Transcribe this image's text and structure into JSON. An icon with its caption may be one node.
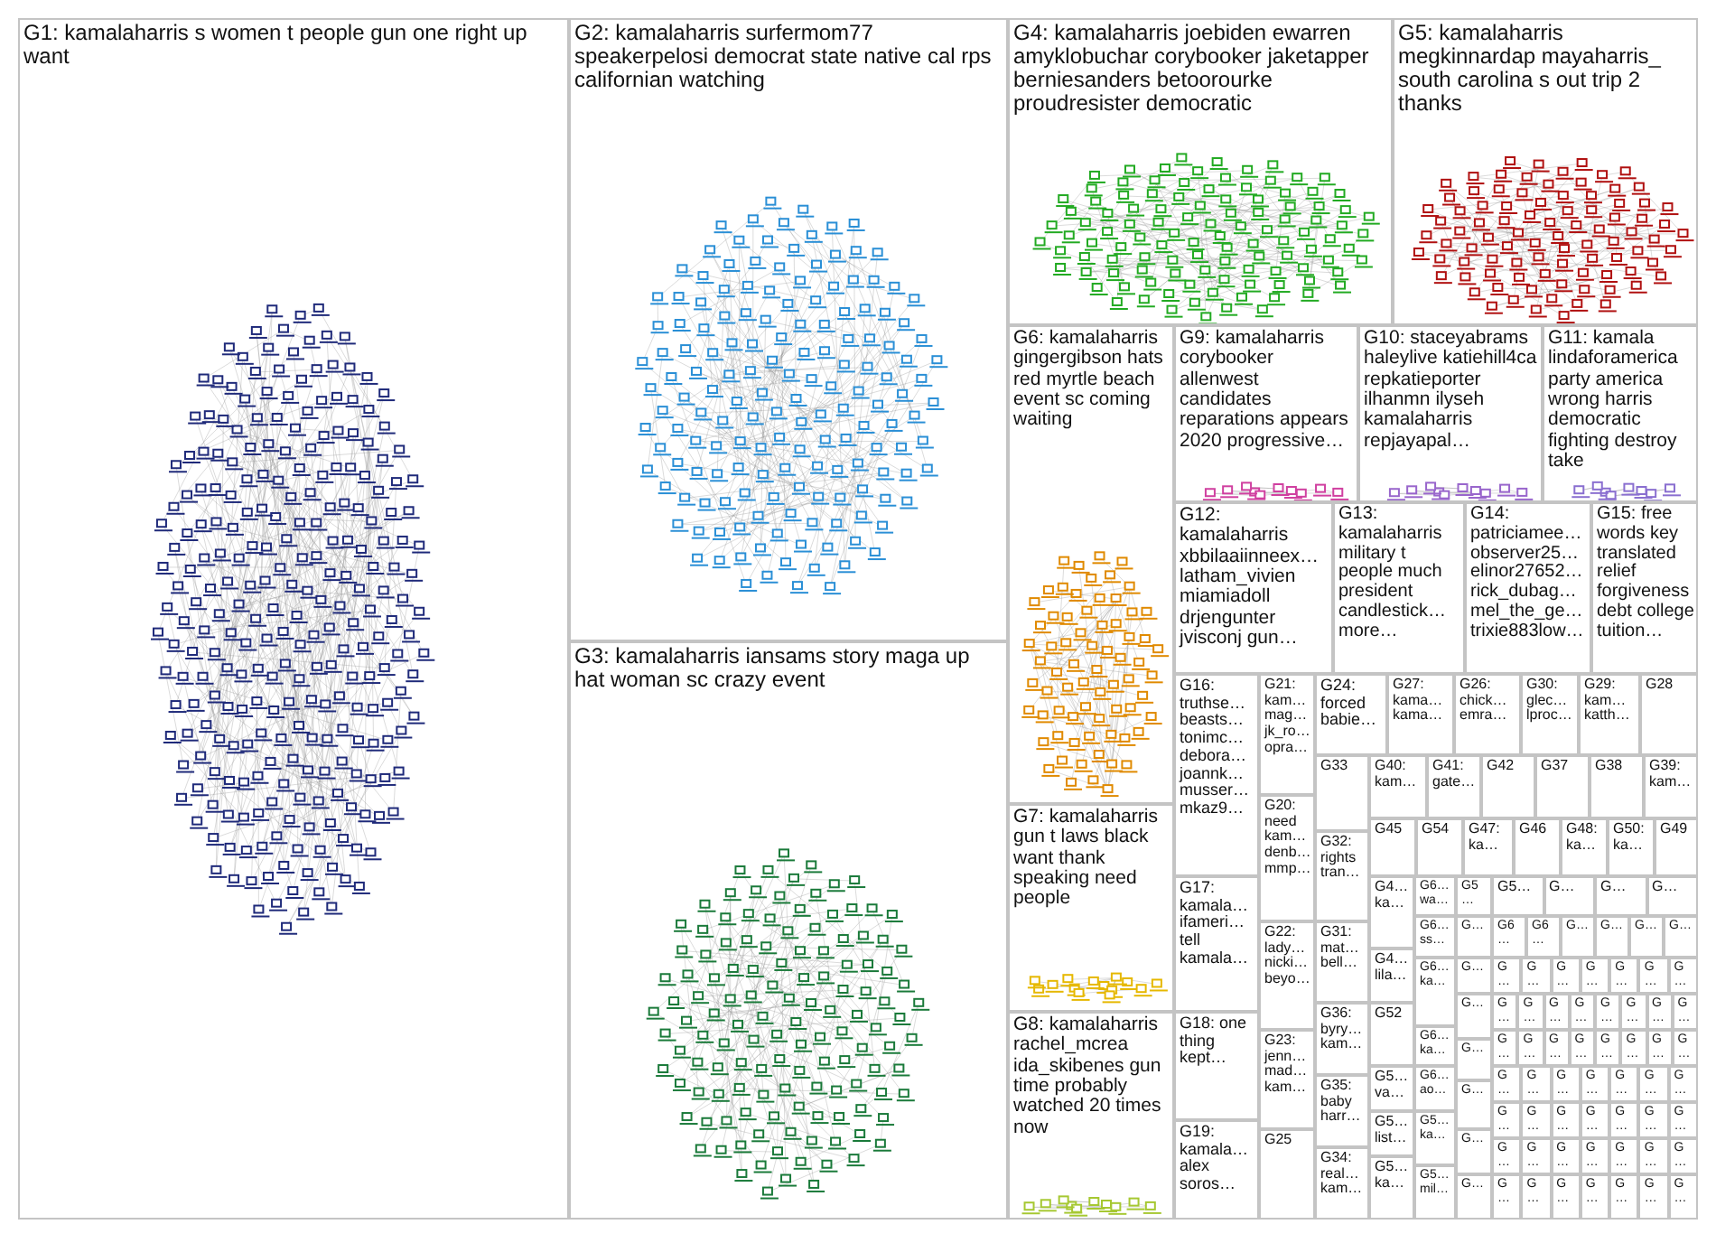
{
  "diagram": {
    "nodes": [
      {
        "text": [
          "G1: kamalaharris s women t people gun one right up want"
        ]
      },
      {
        "text": [
          "G2: kamalaharris surfermom77 speakerpelosi democrat state native cal rps californian watching"
        ]
      },
      {
        "text": [
          "G3: kamalaharris iansams story maga up hat woman sc crazy event"
        ]
      },
      {
        "text": [
          "G4: kamalaharris joebiden ewarren amyklobuchar corybooker jaketapper berniesanders betoorourke proudresister democratic"
        ]
      },
      {
        "text": [
          "G5: kamalaharris megkinnardap mayaharris_ south carolina s out trip 2 thanks"
        ]
      },
      {
        "text": [
          "G6: kamalaharris gingergibson hats red myrtle beach event sc coming waiting"
        ]
      },
      {
        "text": [
          "G9: kamalaharris corybooker allenwest candidates reparations appears 2020 progressive…"
        ]
      },
      {
        "text": [
          "G10: staceyabrams haleylive katiehill4ca repkatieporter ilhanmn ilyseh kamalaharris repjayapal…"
        ]
      },
      {
        "text": [
          "G11: kamala lindaforamerica party america wrong harris democratic fighting destroy take"
        ]
      },
      {
        "text": [
          "G12: kamalaharris xbbilaaiinneex… latham_vivien miamiadoll drjengunter jvisconj gun…"
        ]
      },
      {
        "text": [
          "G13: kamalaharris military t people much president candlestick… more…"
        ]
      },
      {
        "text": [
          "G14: patriciamee… observer25… elinor27652… rick_dubag… mel_the_ge… trixie883low…"
        ]
      },
      {
        "text": [
          "G15: free words key translated relief forgiveness debt college tuition…"
        ]
      },
      {
        "text": [
          "G16: truthse… beasts… tonimc… debora… joannk… musser… mkaz9…"
        ]
      },
      {
        "text": [
          "G21: kam… mag… jk_ro… opra…"
        ]
      },
      {
        "text": [
          "G24: forced babie…"
        ]
      },
      {
        "text": [
          "G27: kama… kama…"
        ]
      },
      {
        "text": [
          "G26: chick… emra…"
        ]
      },
      {
        "text": [
          "G30: glec… lproc…"
        ]
      },
      {
        "text": [
          "G29: kam… katth…"
        ]
      },
      {
        "text": [
          "G28"
        ]
      },
      {
        "text": [
          "G33"
        ]
      },
      {
        "text": [
          "G40: kam…"
        ]
      },
      {
        "text": [
          "G41: gate…"
        ]
      },
      {
        "text": [
          "G42"
        ]
      },
      {
        "text": [
          "G37"
        ]
      },
      {
        "text": [
          "G38"
        ]
      },
      {
        "text": [
          "G39: kam…"
        ]
      },
      {
        "text": [
          "G45"
        ]
      },
      {
        "text": [
          "G54"
        ]
      },
      {
        "text": [
          "G47: ka…"
        ]
      },
      {
        "text": [
          "G46"
        ]
      },
      {
        "text": [
          "G48: ka…"
        ]
      },
      {
        "text": [
          "G50: ka…"
        ]
      },
      {
        "text": [
          "G49"
        ]
      },
      {
        "text": [
          "G7: kamalaharris gun t laws black want thank speaking need people"
        ]
      },
      {
        "text": [
          "G17: kamala… ifameri… tell kamala…"
        ]
      },
      {
        "text": [
          "G20: need kam… denb… mmp…"
        ]
      },
      {
        "text": [
          "G22: lady… nicki… beyo…"
        ]
      },
      {
        "text": [
          "G32: rights tran…"
        ]
      },
      {
        "text": [
          "G31: mat… bell…"
        ]
      },
      {
        "text": [
          "G8: kamalaharris rachel_mcrea ida_skibenes gun time probably watched 20 times now"
        ]
      },
      {
        "text": [
          "G18: one thing kept…"
        ]
      },
      {
        "text": [
          "G19: kamala… alex soros…"
        ]
      },
      {
        "text": [
          "G23: jenn… mad… kam…"
        ]
      },
      {
        "text": [
          "G25"
        ]
      },
      {
        "text": [
          "G36: byry… kam…"
        ]
      },
      {
        "text": [
          "G35: baby harr…"
        ]
      },
      {
        "text": [
          "G34: real… kam…"
        ]
      },
      {
        "text": [
          "G4… ka…"
        ]
      },
      {
        "text": [
          "G4… lila…"
        ]
      },
      {
        "text": [
          "G52"
        ]
      },
      {
        "text": [
          "G5… va…"
        ]
      },
      {
        "text": [
          "G5… list…"
        ]
      },
      {
        "text": [
          "G5… ka…"
        ]
      },
      {
        "text": [
          "G6… wa…"
        ]
      },
      {
        "text": [
          "G6… ss…"
        ]
      },
      {
        "text": [
          "G6… ka…"
        ]
      },
      {
        "text": [
          "G6… ka…"
        ]
      },
      {
        "text": [
          "G6… ao…"
        ]
      },
      {
        "text": [
          "G5… ka…"
        ]
      },
      {
        "text": [
          "G5… mil…"
        ]
      },
      {
        "text": [
          "G5…"
        ]
      },
      {
        "text": [
          "G…"
        ]
      },
      {
        "text": [
          "G…"
        ]
      },
      {
        "text": [
          "G…"
        ]
      },
      {
        "text": [
          "G…"
        ]
      },
      {
        "text": [
          "G…"
        ]
      },
      {
        "text": [
          "G…"
        ]
      },
      {
        "text": [
          "G…"
        ]
      },
      {
        "text": [
          "G5…"
        ]
      },
      {
        "text": [
          "G…"
        ]
      },
      {
        "text": [
          "G…"
        ]
      },
      {
        "text": [
          "G…"
        ]
      },
      {
        "text": [
          "G6…"
        ]
      },
      {
        "text": [
          "G6…"
        ]
      },
      {
        "text": [
          "G…"
        ]
      },
      {
        "text": [
          "G…"
        ]
      },
      {
        "text": [
          "G…"
        ]
      },
      {
        "text": [
          "G…"
        ]
      },
      {
        "text": [
          "G…"
        ]
      },
      {
        "text": [
          "G…"
        ]
      },
      {
        "text": [
          "G…"
        ]
      },
      {
        "text": [
          "G…"
        ]
      },
      {
        "text": [
          "G…"
        ]
      },
      {
        "text": [
          "G…"
        ]
      },
      {
        "text": [
          "G…"
        ]
      },
      {
        "text": [
          "G…"
        ]
      },
      {
        "text": [
          "G…"
        ]
      },
      {
        "text": [
          "G…"
        ]
      },
      {
        "text": [
          "G…"
        ]
      },
      {
        "text": [
          "G…"
        ]
      },
      {
        "text": [
          "G…"
        ]
      },
      {
        "text": [
          "G…"
        ]
      },
      {
        "text": [
          "G…"
        ]
      },
      {
        "text": [
          "G…"
        ]
      },
      {
        "text": [
          "G…"
        ]
      },
      {
        "text": [
          "G…"
        ]
      },
      {
        "text": [
          "G…"
        ]
      },
      {
        "text": [
          "G…"
        ]
      },
      {
        "text": [
          "G…"
        ]
      },
      {
        "text": [
          "G…"
        ]
      },
      {
        "text": [
          "G…"
        ]
      },
      {
        "text": [
          "G…"
        ]
      },
      {
        "text": [
          "G…"
        ]
      },
      {
        "text": [
          "G…"
        ]
      },
      {
        "text": [
          "G…"
        ]
      },
      {
        "text": [
          "G…"
        ]
      },
      {
        "text": [
          "G…"
        ]
      },
      {
        "text": [
          "G…"
        ]
      },
      {
        "text": [
          "G…"
        ]
      },
      {
        "text": [
          "G…"
        ]
      },
      {
        "text": [
          "G…"
        ]
      },
      {
        "text": [
          "G…"
        ]
      },
      {
        "text": [
          "G…"
        ]
      },
      {
        "text": [
          "G…"
        ]
      },
      {
        "text": [
          "G…"
        ]
      },
      {
        "text": [
          "G…"
        ]
      },
      {
        "text": [
          "G…"
        ]
      },
      {
        "text": [
          "G…"
        ]
      },
      {
        "text": [
          "G…"
        ]
      },
      {
        "text": [
          "G…"
        ]
      },
      {
        "text": [
          "G…"
        ]
      },
      {
        "text": [
          "G…"
        ]
      },
      {
        "text": [
          "G…"
        ]
      },
      {
        "text": [
          "G…"
        ]
      },
      {
        "text": [
          "G…"
        ]
      },
      {
        "text": [
          "G…"
        ]
      },
      {
        "text": [
          "G…"
        ]
      },
      {
        "text": [
          "G…"
        ]
      },
      {
        "text": [
          "G…"
        ]
      }
    ]
  }
}
